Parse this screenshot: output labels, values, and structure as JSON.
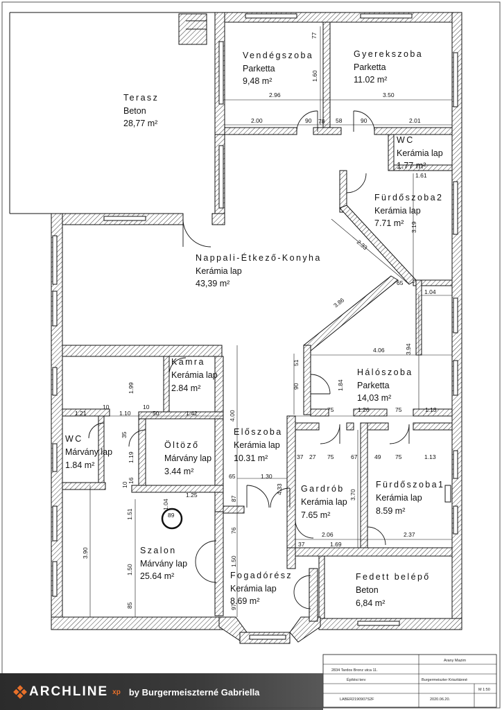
{
  "rooms": [
    {
      "key": "terasz",
      "name": "Terasz",
      "material": "Beton",
      "area": "28,77 m²"
    },
    {
      "key": "vendeg",
      "name": "Vendégszoba",
      "material": "Parketta",
      "area": "9,48 m²"
    },
    {
      "key": "gyerek",
      "name": "Gyerekszoba",
      "material": "Parketta",
      "area": "11.02 m²"
    },
    {
      "key": "wc_top",
      "name": "WC",
      "material": "Kerámia lap",
      "area": "1.77 m²"
    },
    {
      "key": "furdo2",
      "name": "Fürdőszoba2",
      "material": "Kerámia lap",
      "area": "7.71 m²"
    },
    {
      "key": "nappali",
      "name": "Nappali-Étkező-Konyha",
      "material": "Kerámia lap",
      "area": "43,39 m²"
    },
    {
      "key": "halo",
      "name": "Hálószoba",
      "material": "Parketta",
      "area": "14,03 m²"
    },
    {
      "key": "kamra",
      "name": "Kamra",
      "material": "Kerámia lap",
      "area": "2.84 m²"
    },
    {
      "key": "wc_left",
      "name": "WC",
      "material": "Márvány lap",
      "area": "1.84 m²"
    },
    {
      "key": "oltozo",
      "name": "Öltöző",
      "material": "Márvány lap",
      "area": "3.44 m²"
    },
    {
      "key": "eloszoba",
      "name": "Előszoba",
      "material": "Kerámia lap",
      "area": "10.31 m²"
    },
    {
      "key": "gardrob",
      "name": "Gardrób",
      "material": "Kerámia lap",
      "area": "7.65 m²"
    },
    {
      "key": "furdo1",
      "name": "Fürdőszoba1",
      "material": "Kerámia lap",
      "area": "8.59 m²"
    },
    {
      "key": "szalon",
      "name": "Szalon",
      "material": "Márvány lap",
      "area": "25.64 m²"
    },
    {
      "key": "fogado",
      "name": "Fogadórész",
      "material": "Kerámia lap",
      "area": "8.69 m²"
    },
    {
      "key": "fedett",
      "name": "Fedett belépő",
      "material": "Beton",
      "area": "6,84 m²"
    }
  ],
  "dims": [
    "77",
    "1.60",
    "2.96",
    "3.50",
    "2.00",
    "90",
    "78",
    "58",
    "90",
    "2.01",
    "1.61",
    "3.19",
    "2.33",
    "65",
    "3.86",
    "1.04",
    "4.06",
    "3.94",
    "51",
    "90",
    "1.84",
    "1.99",
    "10",
    "10",
    "1.21",
    "1.10",
    "50",
    "1.42",
    "1.26",
    "75",
    "1.13",
    "4.00",
    "75",
    "35",
    "1.19",
    "10",
    "16",
    "1.04",
    "1.25",
    "89",
    "3.90",
    "1.51",
    "1.50",
    "85",
    "65",
    "1.30",
    "87",
    "4.33",
    "76",
    "1.50",
    "37",
    "27",
    "75",
    "67",
    "49",
    "75",
    "1.13",
    "3.70",
    "2.06",
    "2.37",
    "37",
    "1.69",
    "97"
  ],
  "title_block": {
    "address": "2834 Tardos Bronz utca 11.",
    "drawing": "Építési terv",
    "number": "LABER2190907S2F",
    "client": "Arany Mazim",
    "designer": "Burgermeiszter Krisztiánné",
    "date": "2020.06.20.",
    "scale": "M 1:50"
  },
  "logo": {
    "brand": "ARCHLINE",
    "suffix": "xp",
    "credit": "by Burgermeiszterné Gabriella"
  },
  "colors": {
    "wall": "#ffffff",
    "line": "#111111",
    "logo_accent": "#e8702a"
  }
}
